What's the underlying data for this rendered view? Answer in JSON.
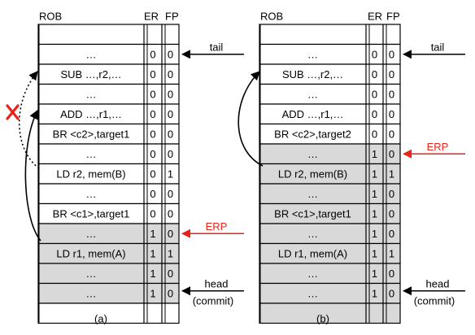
{
  "colors": {
    "shaded": "#d9d9d9",
    "erp": "#e8231a",
    "mispredict_mark": "#e8231a",
    "line": "#000000"
  },
  "icons": {
    "mispredict_mark": "x-mark-icon"
  },
  "panels": [
    {
      "caption": "(a)",
      "header": {
        "rob": "ROB",
        "er": "ER",
        "fp": "FP"
      },
      "rows": [
        {
          "instr": "",
          "er": "",
          "fp": "",
          "shaded": false
        },
        {
          "instr": "…",
          "er": "0",
          "fp": "0",
          "shaded": false
        },
        {
          "instr": "SUB …,r2,…",
          "er": "0",
          "fp": "0",
          "shaded": false
        },
        {
          "instr": "…",
          "er": "0",
          "fp": "0",
          "shaded": false
        },
        {
          "instr": "ADD …,r1,…",
          "er": "0",
          "fp": "0",
          "shaded": false
        },
        {
          "instr": "BR <c2>,target1",
          "er": "0",
          "fp": "0",
          "shaded": false
        },
        {
          "instr": "…",
          "er": "0",
          "fp": "0",
          "shaded": false
        },
        {
          "instr": "LD r2, mem(B)",
          "er": "0",
          "fp": "1",
          "shaded": false
        },
        {
          "instr": "…",
          "er": "0",
          "fp": "0",
          "shaded": false
        },
        {
          "instr": "BR <c1>,target1",
          "er": "0",
          "fp": "0",
          "shaded": false
        },
        {
          "instr": "…",
          "er": "1",
          "fp": "0",
          "shaded": true
        },
        {
          "instr": "LD r1, mem(A)",
          "er": "1",
          "fp": "1",
          "shaded": true
        },
        {
          "instr": "…",
          "er": "1",
          "fp": "0",
          "shaded": true
        },
        {
          "instr": "…",
          "er": "1",
          "fp": "0",
          "shaded": true
        },
        {
          "instr": "",
          "er": "",
          "fp": "",
          "shaded": false
        }
      ],
      "pointers": [
        {
          "label": "tail",
          "row": 1,
          "color": "line"
        },
        {
          "label": "ERP",
          "row": 10,
          "color": "erp"
        },
        {
          "label": "head",
          "sublabel": "(commit)",
          "row": 13,
          "color": "line"
        }
      ]
    },
    {
      "caption": "(b)",
      "header": {
        "rob": "ROB",
        "er": "ER",
        "fp": "FP"
      },
      "rows": [
        {
          "instr": "",
          "er": "",
          "fp": "",
          "shaded": false
        },
        {
          "instr": "…",
          "er": "0",
          "fp": "0",
          "shaded": false
        },
        {
          "instr": "SUB …,r2,…",
          "er": "0",
          "fp": "0",
          "shaded": false
        },
        {
          "instr": "…",
          "er": "0",
          "fp": "0",
          "shaded": false
        },
        {
          "instr": "ADD …,r1,…",
          "er": "0",
          "fp": "0",
          "shaded": false
        },
        {
          "instr": "BR <c2>,target2",
          "er": "0",
          "fp": "0",
          "shaded": false
        },
        {
          "instr": "…",
          "er": "1",
          "fp": "0",
          "shaded": true
        },
        {
          "instr": "LD r2, mem(B)",
          "er": "1",
          "fp": "1",
          "shaded": true
        },
        {
          "instr": "…",
          "er": "1",
          "fp": "0",
          "shaded": true
        },
        {
          "instr": "BR <c1>,target1",
          "er": "1",
          "fp": "0",
          "shaded": true
        },
        {
          "instr": "…",
          "er": "1",
          "fp": "0",
          "shaded": true
        },
        {
          "instr": "LD r1, mem(A)",
          "er": "1",
          "fp": "1",
          "shaded": true
        },
        {
          "instr": "…",
          "er": "1",
          "fp": "0",
          "shaded": true
        },
        {
          "instr": "…",
          "er": "1",
          "fp": "0",
          "shaded": true
        },
        {
          "instr": "",
          "er": "",
          "fp": "",
          "shaded": true
        }
      ],
      "pointers": [
        {
          "label": "tail",
          "row": 1,
          "color": "line"
        },
        {
          "label": "ERP",
          "row": 6,
          "color": "erp"
        },
        {
          "label": "head",
          "sublabel": "(commit)",
          "row": 13,
          "color": "line"
        }
      ]
    }
  ]
}
